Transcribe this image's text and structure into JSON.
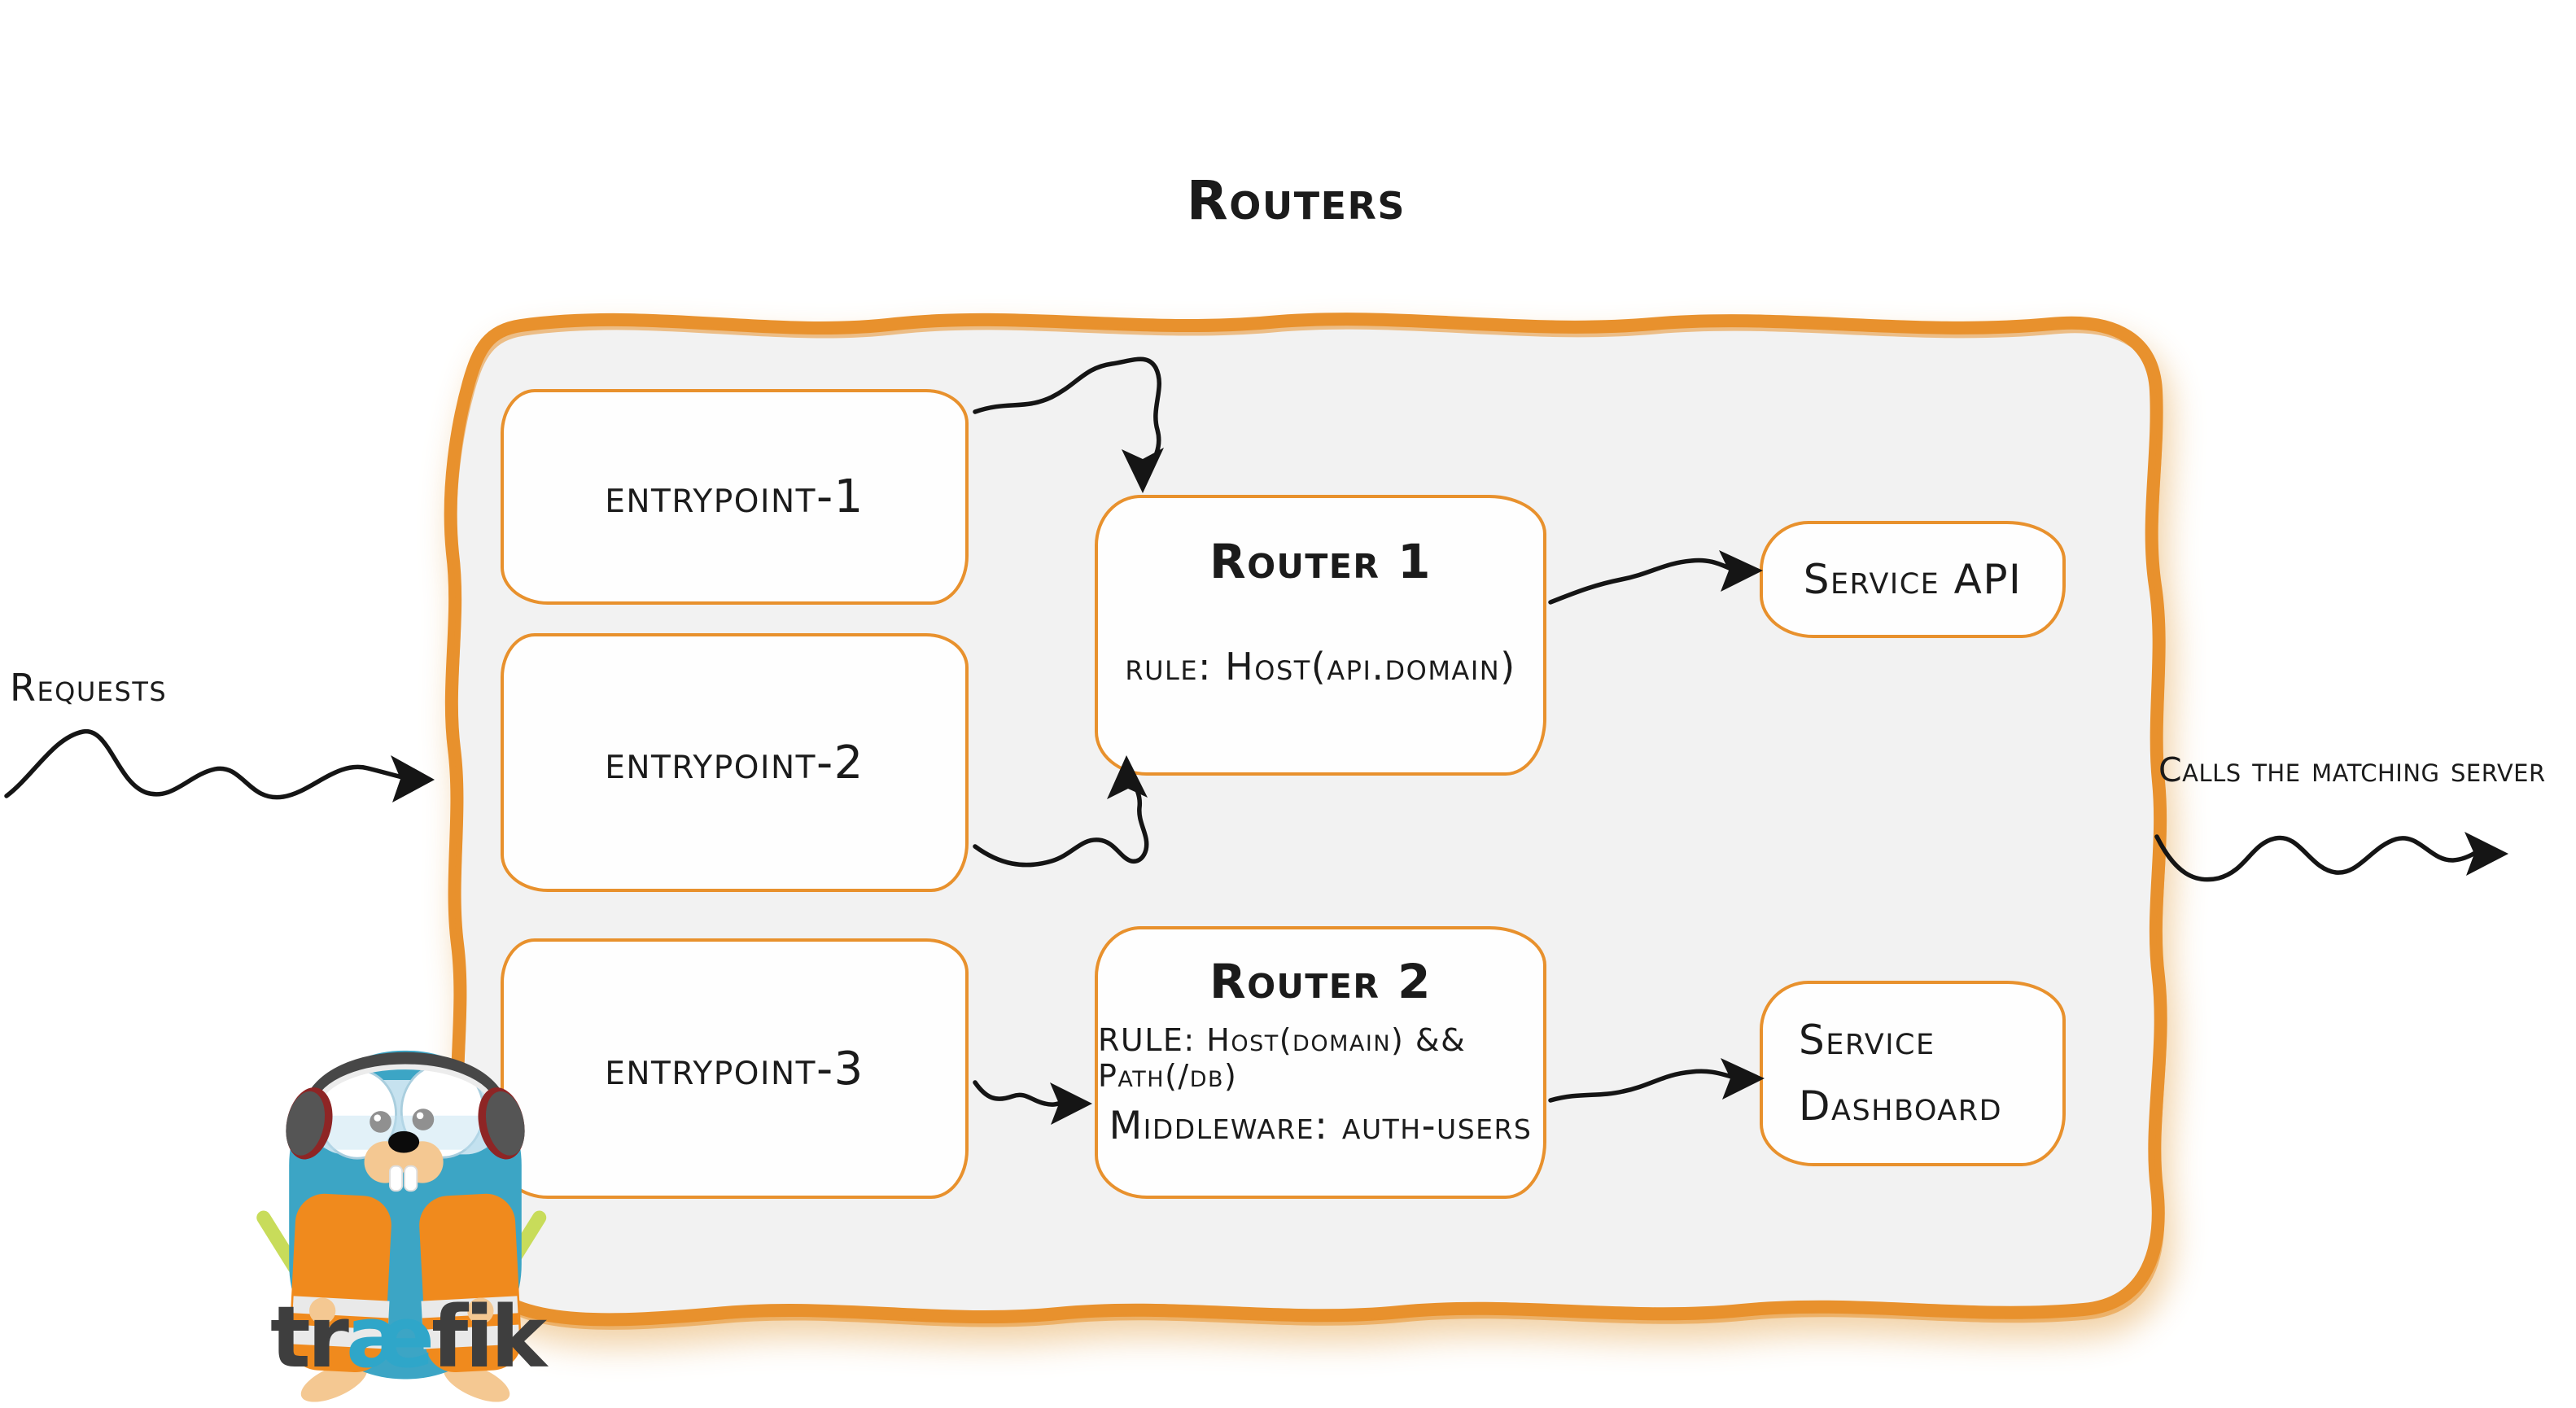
{
  "diagram": {
    "title": "Routers",
    "left_label": "Requests",
    "right_label": "Calls the matching server",
    "entrypoints": [
      {
        "label": "entrypoint-1"
      },
      {
        "label": "entrypoint-2"
      },
      {
        "label": "entrypoint-3"
      }
    ],
    "routers": [
      {
        "title": "Router 1",
        "rule": "rule: Host(api.domain)"
      },
      {
        "title": "Router 2",
        "rule": "RULE: Host(domain) && Path(/db)",
        "middleware": "Middleware: auth-users"
      }
    ],
    "services": [
      {
        "label": "Service API"
      },
      {
        "label": "Service Dashboard"
      }
    ]
  },
  "logo": {
    "wordmark": [
      "tr",
      "æ",
      "fik"
    ]
  },
  "colors": {
    "border_orange": "#e8912d",
    "container_fill": "#f2f2f2",
    "ink_black": "#1b1b1b",
    "gopher_blue": "#3ca5c5",
    "vest_orange": "#f08a1d",
    "baton_green": "#c8dc5a",
    "wordmark_gray": "#3e3e3e",
    "wordmark_ae_blue": "#2fa6c9"
  }
}
